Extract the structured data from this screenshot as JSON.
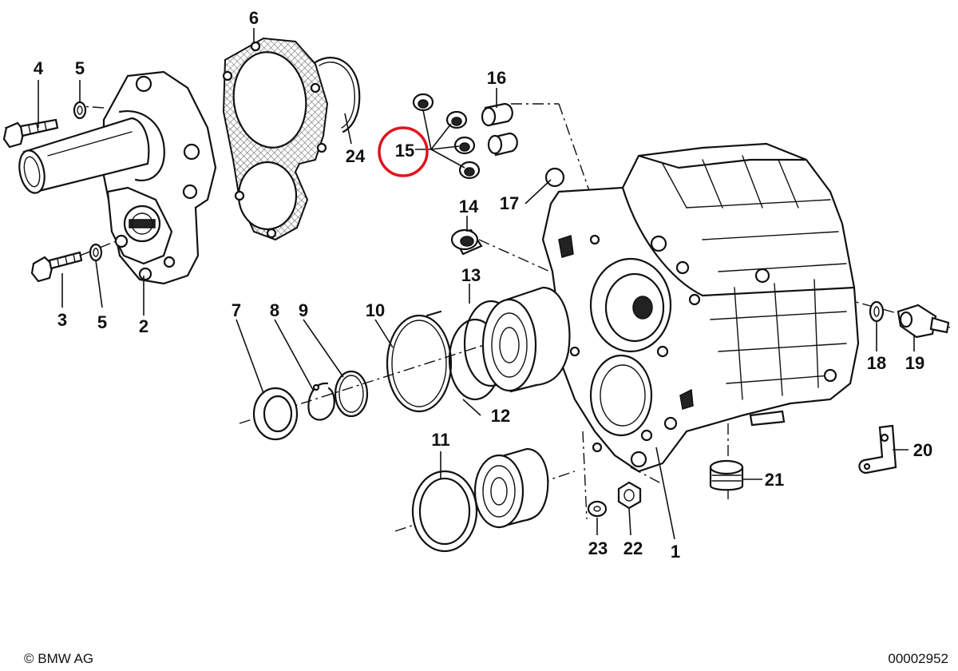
{
  "callouts": [
    {
      "id": "1",
      "label": "1"
    },
    {
      "id": "2",
      "label": "2"
    },
    {
      "id": "3",
      "label": "3"
    },
    {
      "id": "4",
      "label": "4"
    },
    {
      "id": "5a",
      "label": "5"
    },
    {
      "id": "5b",
      "label": "5"
    },
    {
      "id": "6",
      "label": "6"
    },
    {
      "id": "7",
      "label": "7"
    },
    {
      "id": "8",
      "label": "8"
    },
    {
      "id": "9",
      "label": "9"
    },
    {
      "id": "10",
      "label": "10"
    },
    {
      "id": "11",
      "label": "11"
    },
    {
      "id": "12",
      "label": "12"
    },
    {
      "id": "13",
      "label": "13"
    },
    {
      "id": "14",
      "label": "14"
    },
    {
      "id": "15",
      "label": "15"
    },
    {
      "id": "16",
      "label": "16"
    },
    {
      "id": "17",
      "label": "17"
    },
    {
      "id": "18",
      "label": "18"
    },
    {
      "id": "19",
      "label": "19"
    },
    {
      "id": "20",
      "label": "20"
    },
    {
      "id": "21",
      "label": "21"
    },
    {
      "id": "22",
      "label": "22"
    },
    {
      "id": "23",
      "label": "23"
    },
    {
      "id": "24",
      "label": "24"
    }
  ],
  "highlighted_part": "15",
  "highlight_color": "#e0141e",
  "copyright": "© BMW AG",
  "diagram_number": "00002952"
}
